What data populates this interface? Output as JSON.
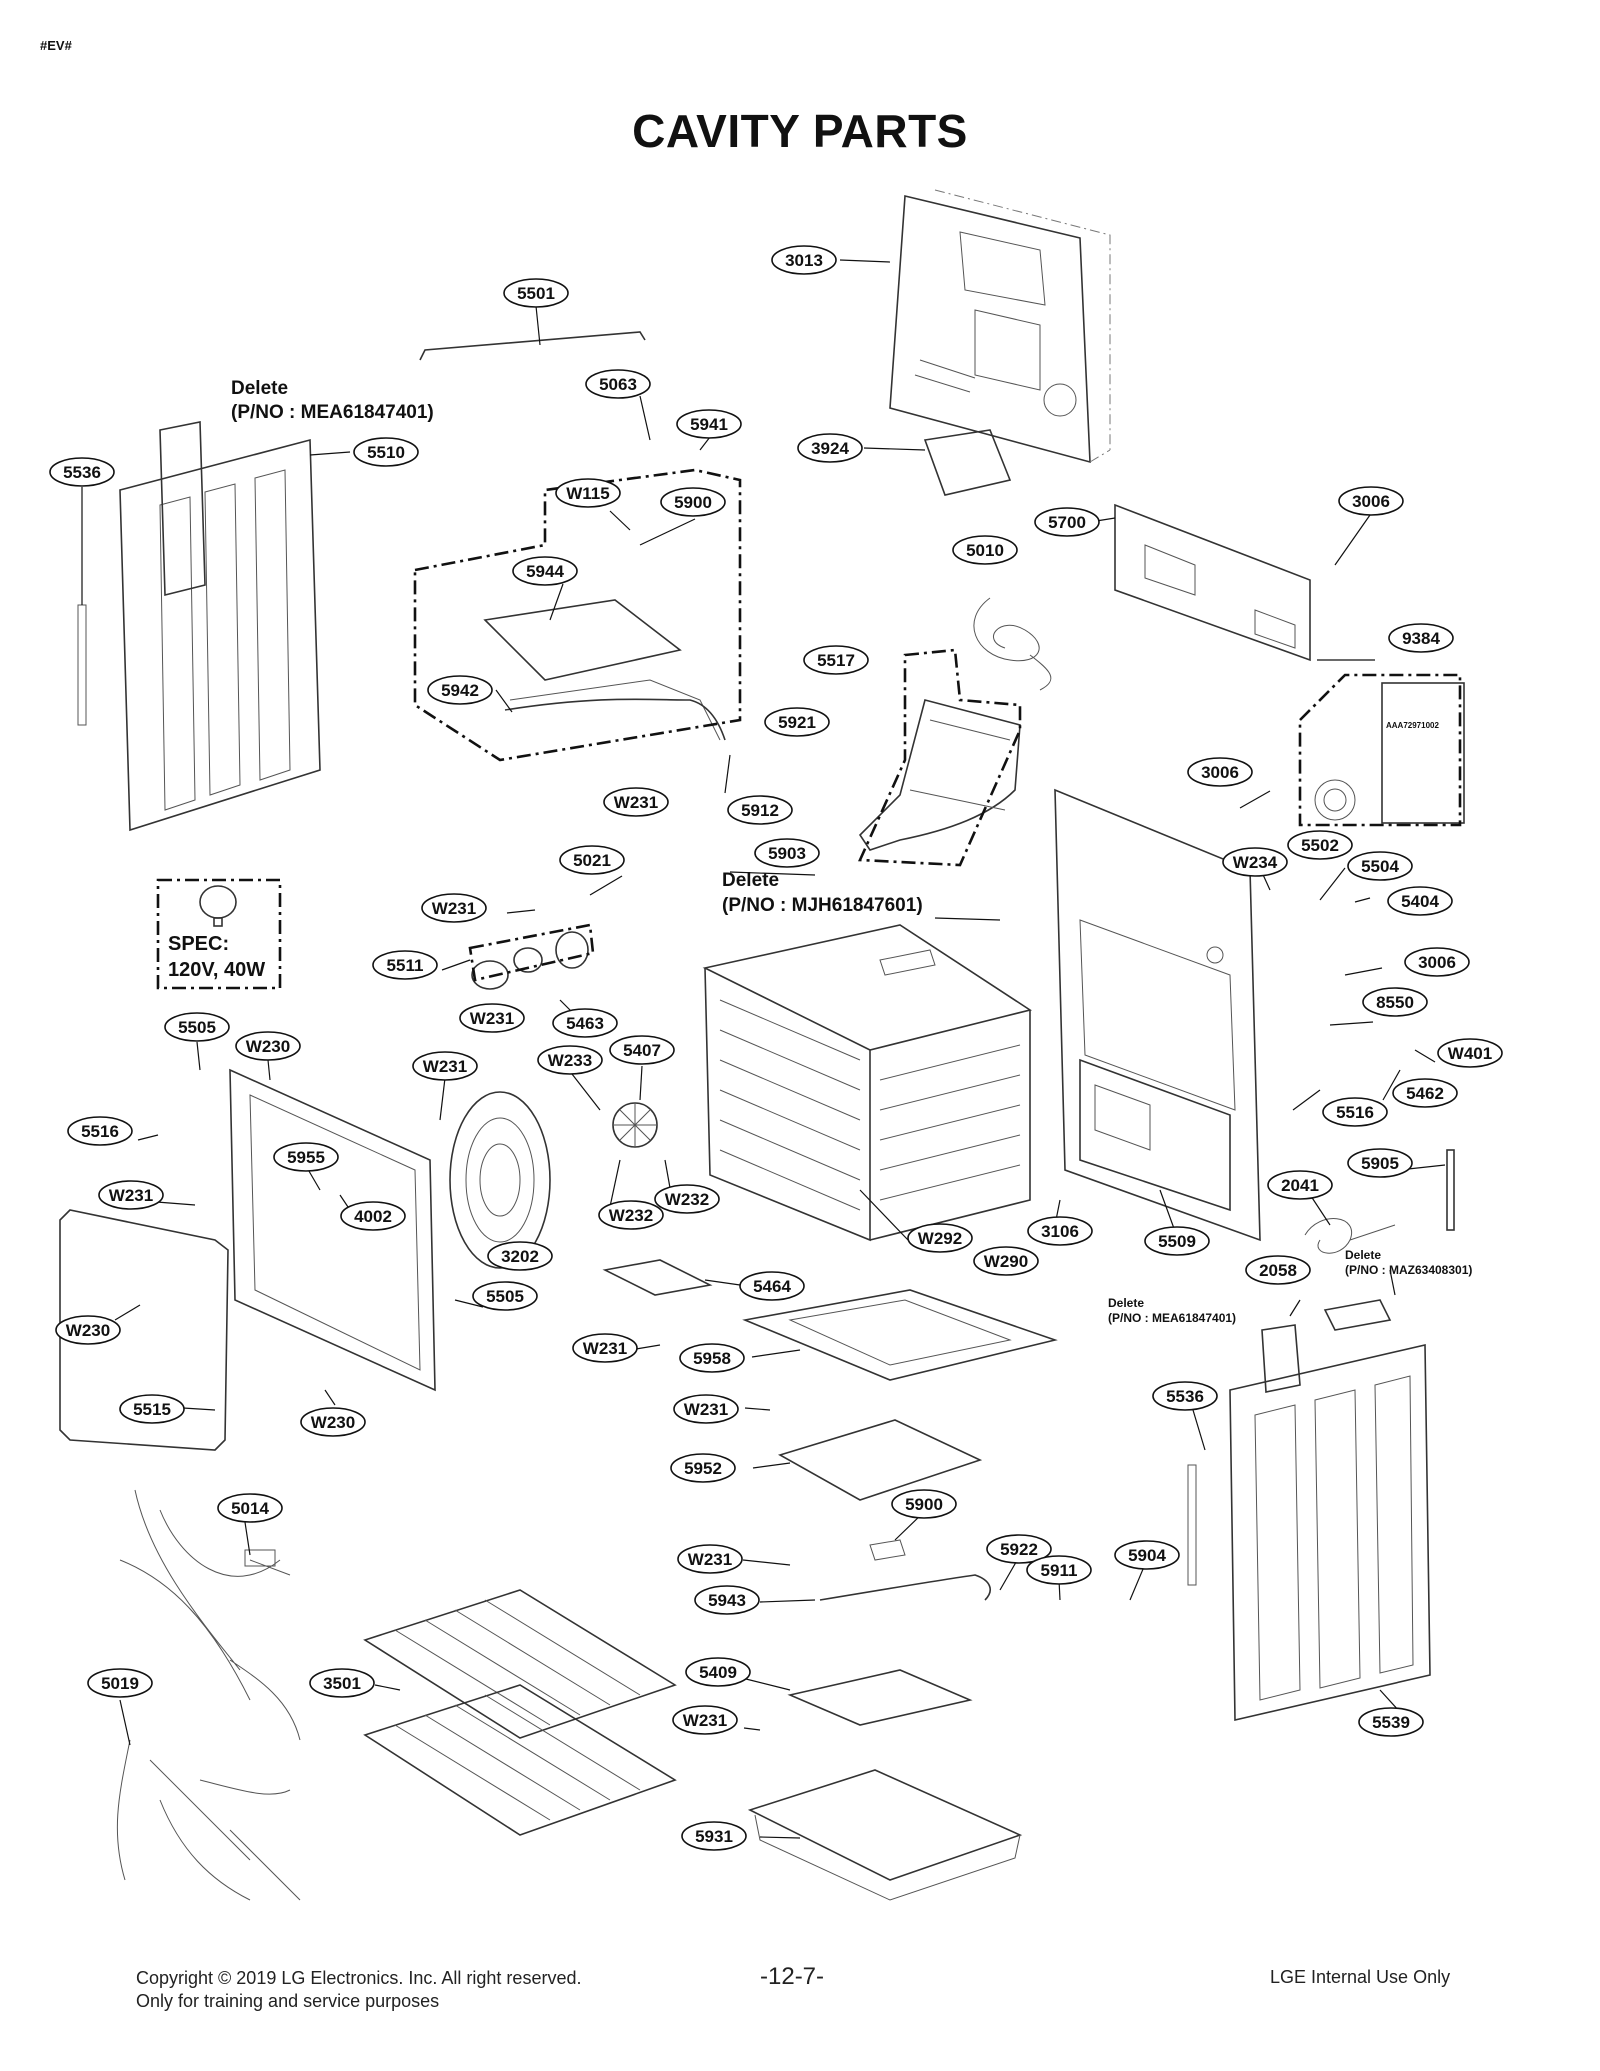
{
  "header": {
    "doc_tag": "#EV#",
    "title": "CAVITY PARTS"
  },
  "part_labels": [
    "5501",
    "3013",
    "5063",
    "5941",
    "3924",
    "5536",
    "5510",
    "W115",
    "5900",
    "5700",
    "3006",
    "5010",
    "5944",
    "9384",
    "5517",
    "5942",
    "5921",
    "3006",
    "W231",
    "5912",
    "5903",
    "5021",
    "5502",
    "W234",
    "5504",
    "5404",
    "W231",
    "5511",
    "3006",
    "W231",
    "5463",
    "8550",
    "5505",
    "W230",
    "5407",
    "W233",
    "W231",
    "W401",
    "5462",
    "5516",
    "5955",
    "5516",
    "5905",
    "W231",
    "W232",
    "2041",
    "4002",
    "W232",
    "W292",
    "3106",
    "5509",
    "3202",
    "W290",
    "2058",
    "5464",
    "5505",
    "W230",
    "W231",
    "5958",
    "5536",
    "5515",
    "W230",
    "W231",
    "5014",
    "5952",
    "5900",
    "W231",
    "5922",
    "5904",
    "5911",
    "5943",
    "5019",
    "3501",
    "5409",
    "W231",
    "5539",
    "5931"
  ],
  "notes": {
    "delete_1": "Delete",
    "pno_1": "(P/NO : MEA61847401)",
    "spec_1": "SPEC:",
    "spec_2": "120V, 40W",
    "delete_2": "Delete",
    "pno_2": "(P/NO : MJH61847601)",
    "delete_3": "Delete",
    "pno_3": "(P/NO : MAZ63408301)",
    "delete_4": "Delete",
    "pno_4": "(P/NO : MEA61847401)",
    "package_code": "AAA72971002"
  },
  "footer": {
    "copyright": "Copyright © 2019 LG Electronics. Inc. All right reserved.",
    "training": "Only for training and service purposes",
    "page_number": "-12-7-",
    "internal": "LGE Internal Use Only"
  }
}
